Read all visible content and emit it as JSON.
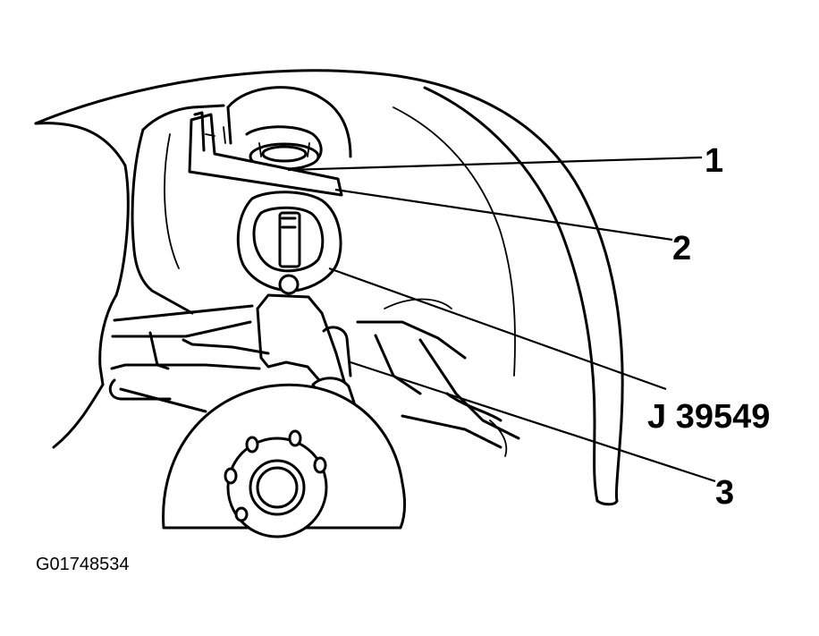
{
  "callouts": {
    "c1": "1",
    "c2": "2",
    "tool": "J 39549",
    "c3": "3"
  },
  "figure_id": "G01748534"
}
